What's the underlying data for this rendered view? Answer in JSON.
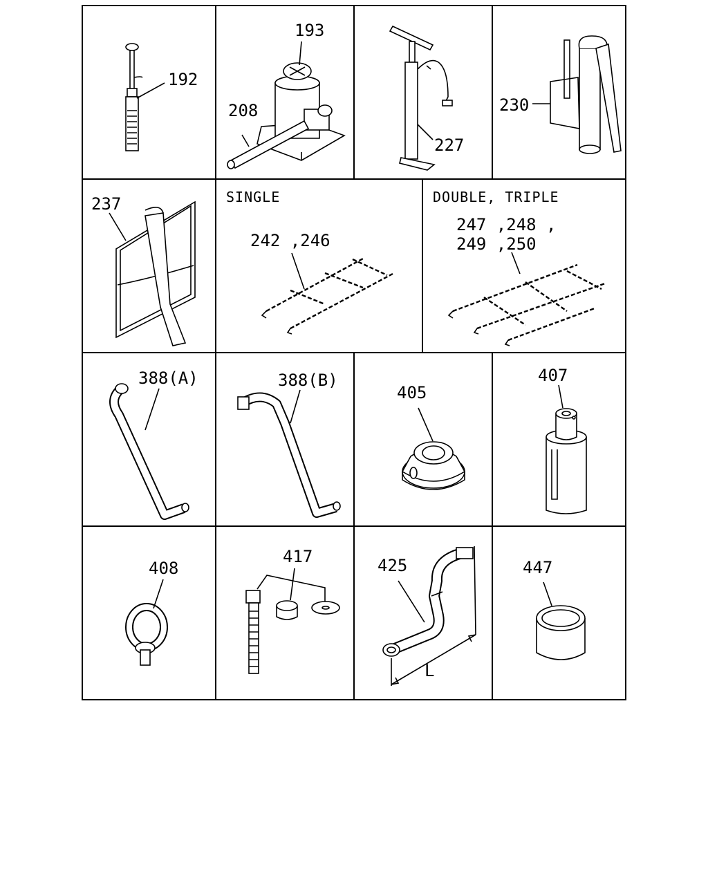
{
  "parts_sheet": {
    "row1": {
      "c1": {
        "label": "192",
        "icon": "tire-gauge-icon"
      },
      "c2": {
        "label_a": "193",
        "label_b": "208",
        "icon": "bottle-jack-icon"
      },
      "c3": {
        "label": "227",
        "icon": "hand-pump-icon"
      },
      "c4": {
        "label": "230",
        "icon": "grease-gun-icon"
      }
    },
    "row2": {
      "c1": {
        "label": "237",
        "icon": "tool-bag-icon"
      },
      "c2": {
        "caption": "SINGLE",
        "label": "242 ,246",
        "icon": "tire-chain-single-icon"
      },
      "c3": {
        "caption": "DOUBLE, TRIPLE",
        "label_line1": "247 ,248 ,",
        "label_line2": "249 ,250",
        "icon": "tire-chain-double-icon"
      }
    },
    "row3": {
      "c1": {
        "label": "388(A)",
        "icon": "crank-handle-a-icon"
      },
      "c2": {
        "label": "388(B)",
        "icon": "crank-handle-b-icon"
      },
      "c3": {
        "label": "405",
        "icon": "adapter-ring-icon"
      },
      "c4": {
        "label": "407",
        "icon": "sleeve-tool-icon"
      }
    },
    "row4": {
      "c1": {
        "label": "408",
        "icon": "eye-bolt-icon"
      },
      "c2": {
        "label": "417",
        "icon": "bolt-nut-washer-icon"
      },
      "c3": {
        "label": "425",
        "dimension": "L",
        "icon": "wheel-wrench-icon"
      },
      "c4": {
        "label": "447",
        "icon": "bushing-icon"
      }
    }
  }
}
